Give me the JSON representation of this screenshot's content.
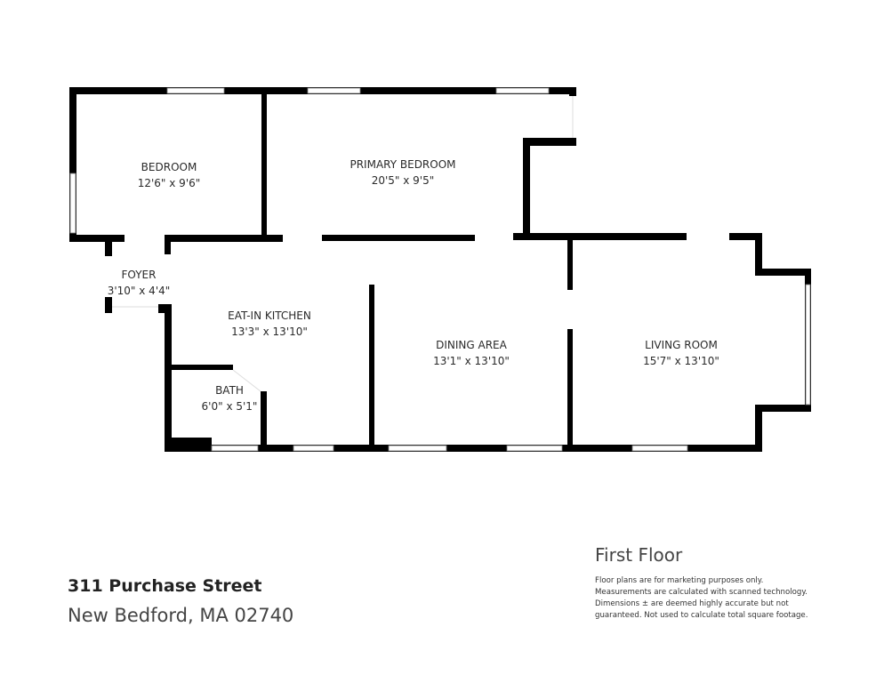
{
  "rooms": [
    {
      "name": "BEDROOM",
      "size": "12'6\" x 9'6\""
    },
    {
      "name": "PRIMARY BEDROOM",
      "size": "20'5\" x 9'5\""
    },
    {
      "name": "FOYER",
      "size": "3'10\" x 4'4\""
    },
    {
      "name": "EAT-IN KITCHEN",
      "size": "13'3\" x 13'10\""
    },
    {
      "name": "DINING AREA",
      "size": "13'1\" x 13'10\""
    },
    {
      "name": "LIVING ROOM",
      "size": "15'7\" x 13'10\""
    },
    {
      "name": "BATH",
      "size": "6'0\" x 5'1\""
    }
  ],
  "address": {
    "street": "311 Purchase Street",
    "city": "New Bedford, MA 02740"
  },
  "floor_label": "First Floor",
  "disclaimer": [
    "Floor plans are for marketing purposes only.",
    "Measurements are calculated with scanned technology.",
    "Dimensions ± are deemed highly accurate but not",
    "guaranteed. Not used to calculate total square footage."
  ],
  "colors": {
    "wall": "#000000",
    "window": "#ffffff"
  }
}
